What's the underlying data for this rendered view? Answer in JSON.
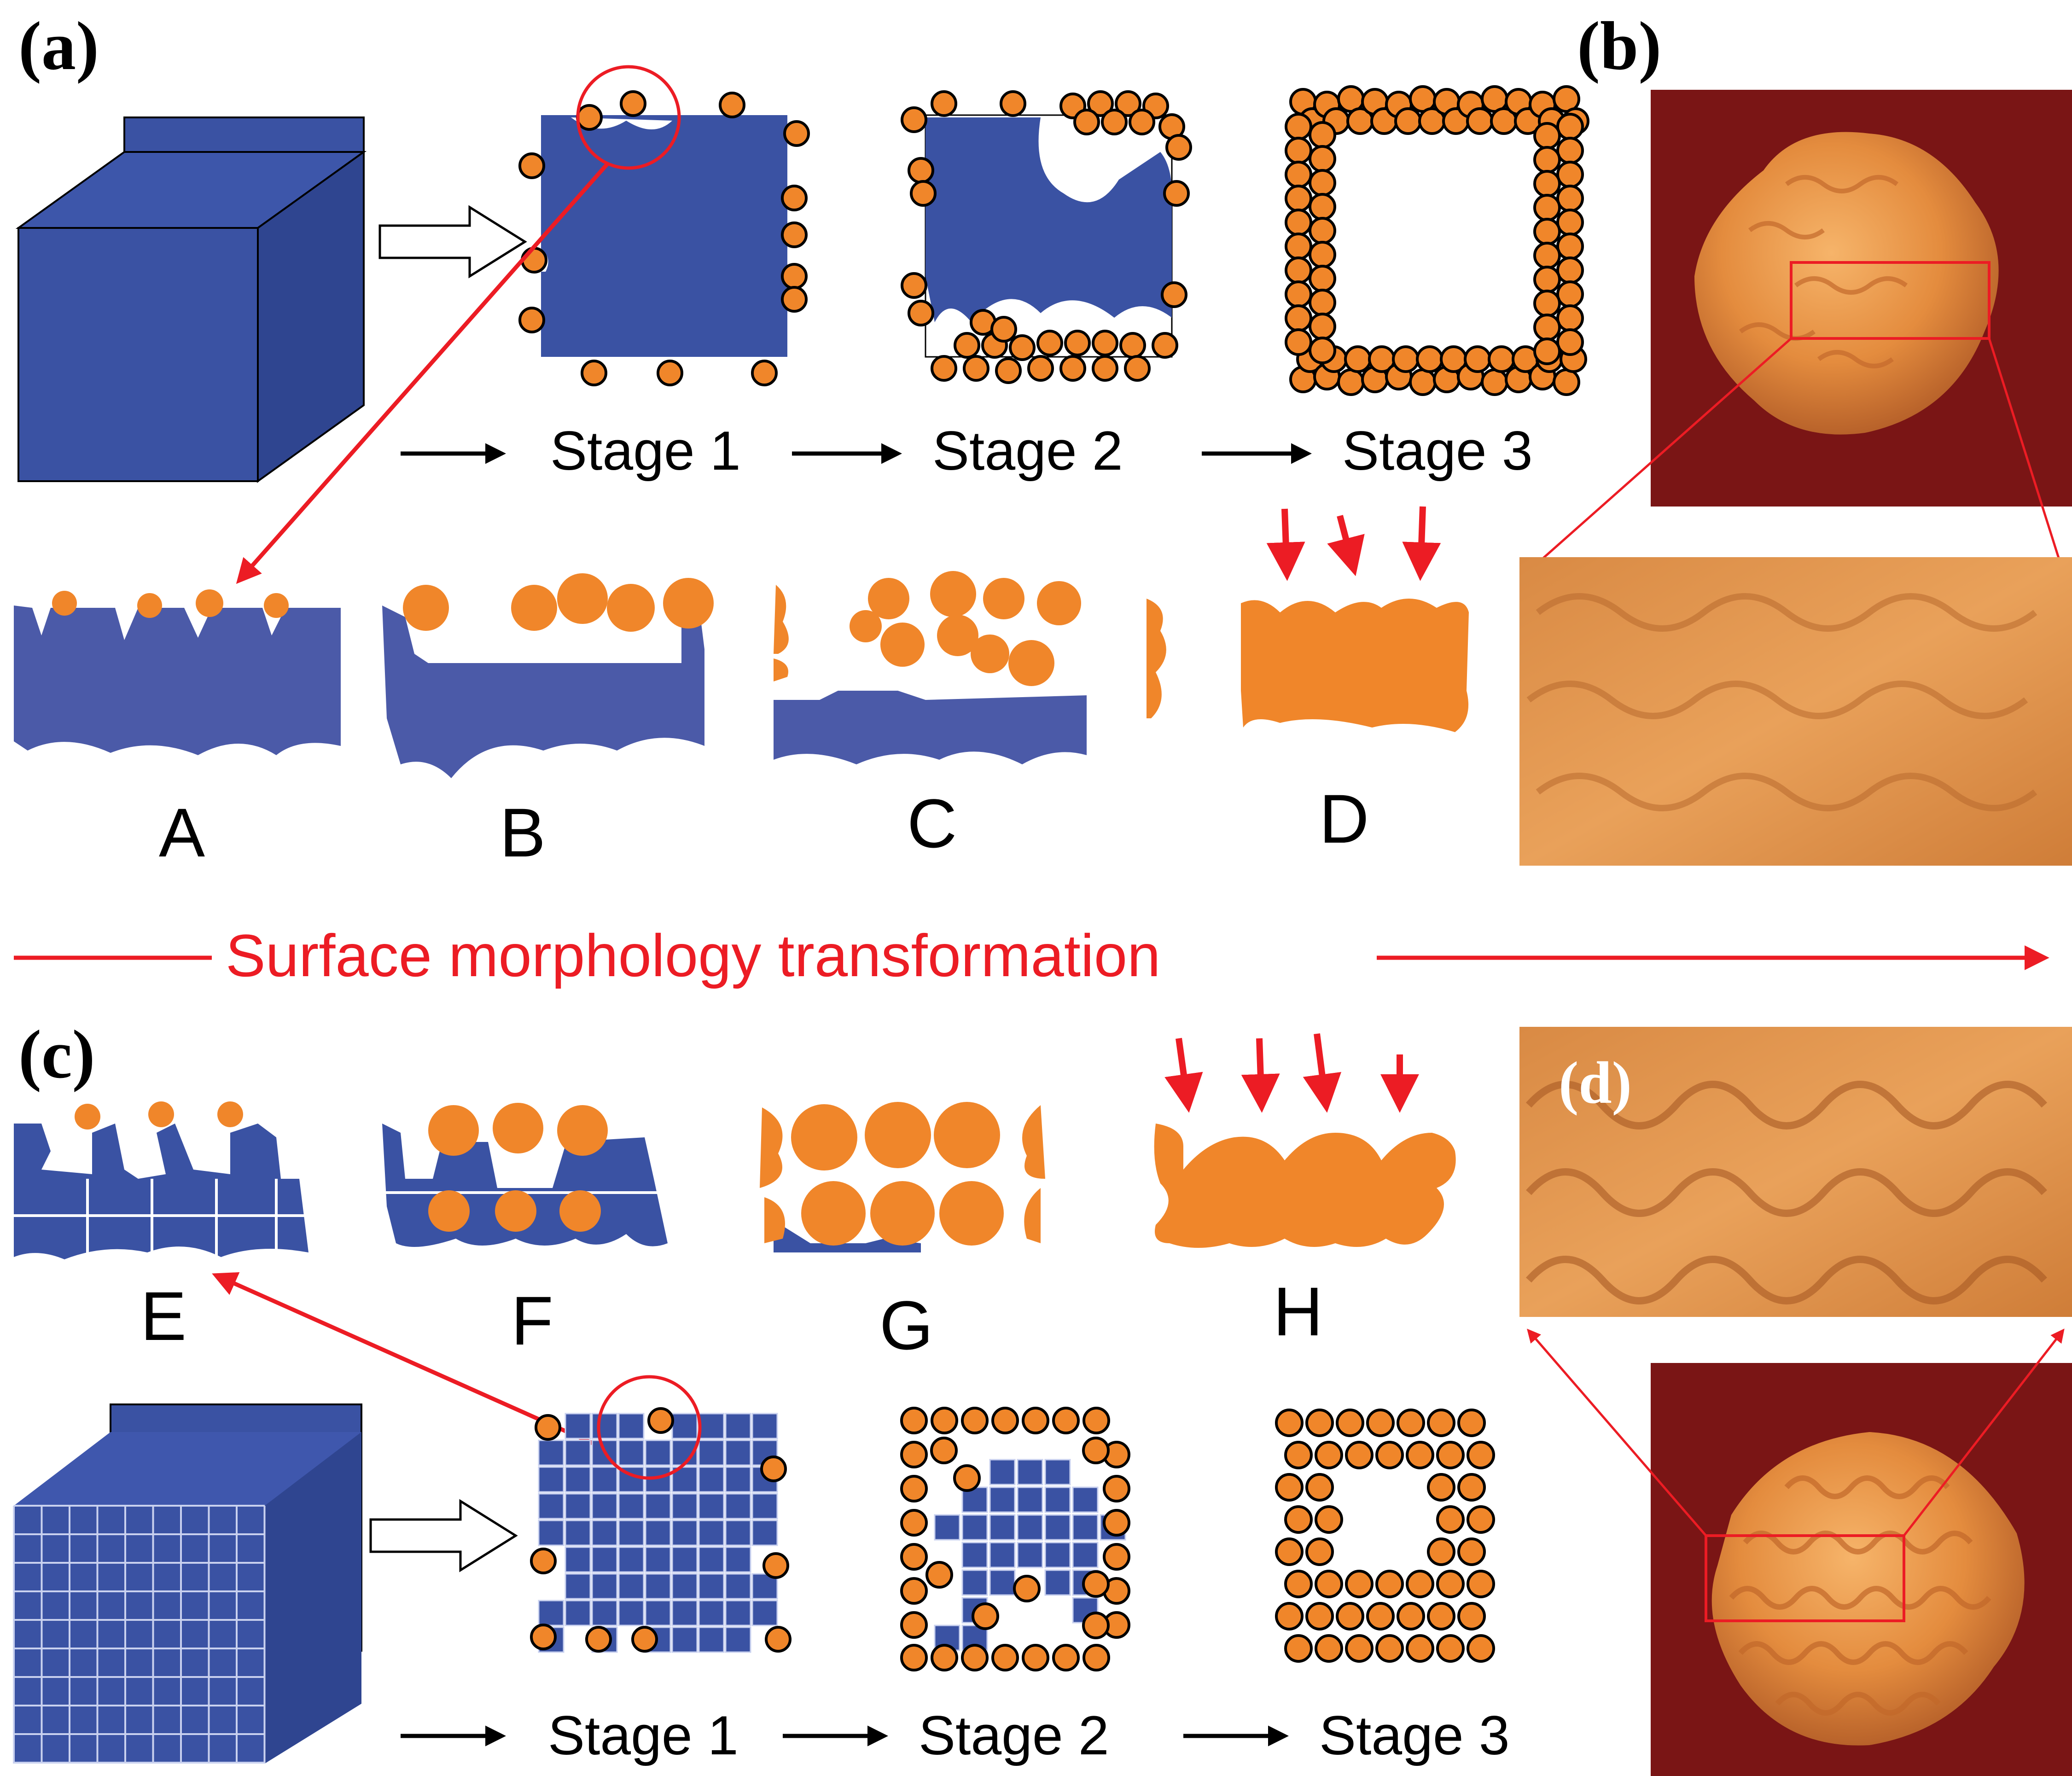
{
  "panels": {
    "a": "(a)",
    "b": "(b)",
    "c": "(c)",
    "d": "(d)"
  },
  "top_stages": [
    "Stage 1",
    "Stage 2",
    "Stage 3"
  ],
  "bottom_stages": [
    "Stage 1",
    "Stage 2",
    "Stage 3"
  ],
  "top_letters": [
    "A",
    "B",
    "C",
    "D"
  ],
  "bottom_letters": [
    "E",
    "F",
    "G",
    "H"
  ],
  "banner": "Surface morphology transformation",
  "colors": {
    "blue": "#3a52a3",
    "orange": "#f0862a",
    "red": "#ec1c24",
    "sem_background": "#7a1515",
    "sem_particle": "#e08a3c"
  }
}
